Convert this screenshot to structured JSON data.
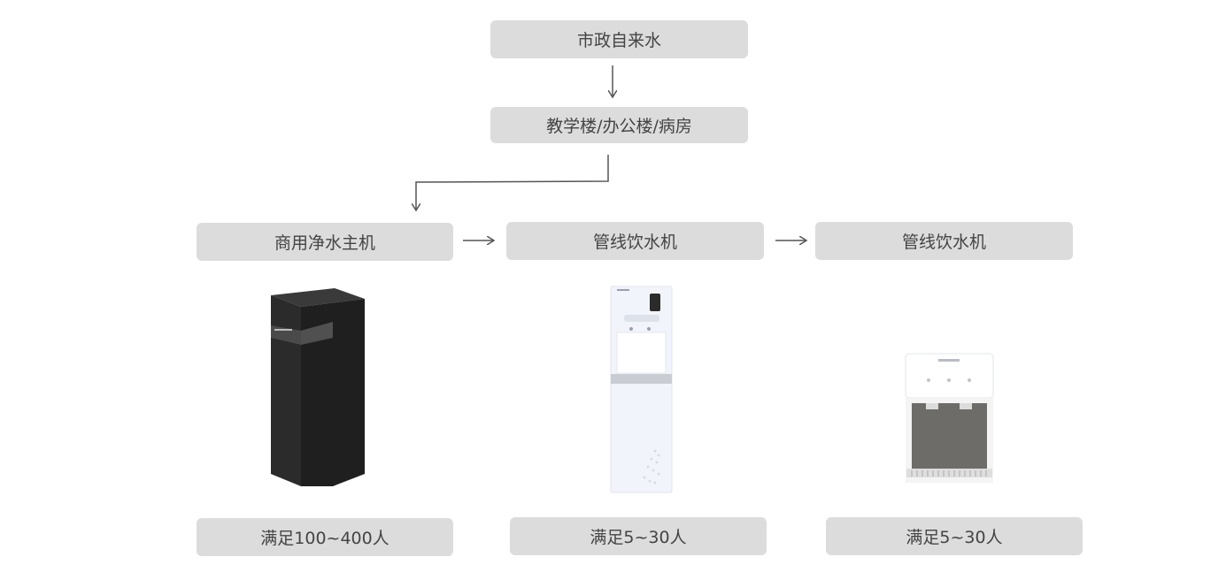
{
  "flow": {
    "source": "市政自来水",
    "location": "教学楼/办公楼/病房",
    "nodes": [
      {
        "label": "商用净水主机",
        "capacity": "满足100~400人",
        "image_icon": "commercial-water-purifier"
      },
      {
        "label": "管线饮水机",
        "capacity": "满足5~30人",
        "image_icon": "floor-standing-water-dispenser"
      },
      {
        "label": "管线饮水机",
        "capacity": "满足5~30人",
        "image_icon": "countertop-water-dispenser"
      }
    ]
  },
  "colors": {
    "box_fill": "#dcdcdc",
    "box_text": "#444444",
    "arrow": "#555555",
    "purifier_body": "#222222",
    "dispenser_body": "#f2f4fb"
  }
}
